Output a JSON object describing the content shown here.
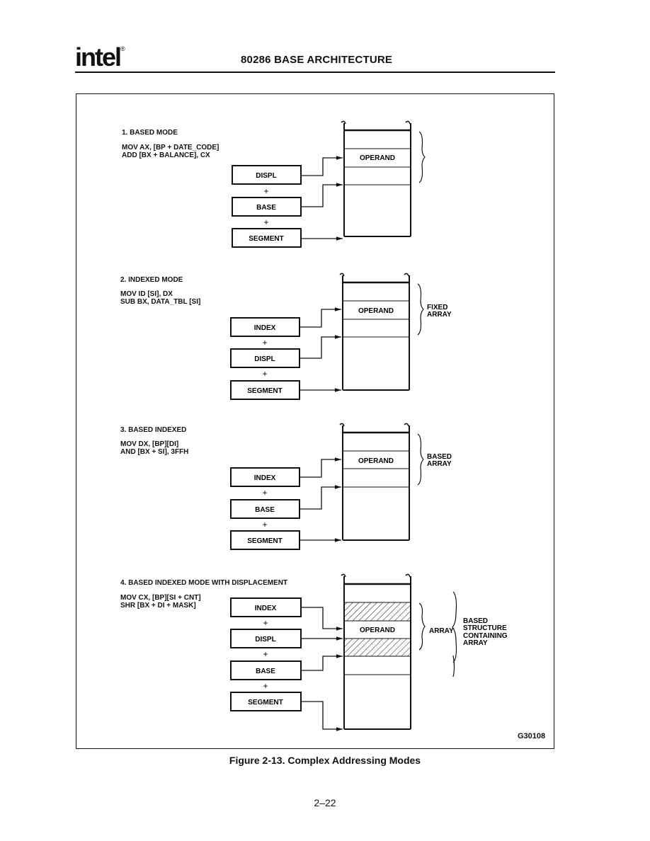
{
  "header": {
    "logo": "intel",
    "logo_mark": "®",
    "title": "80286 BASE ARCHITECTURE"
  },
  "figure": {
    "caption": "Figure 2-13.  Complex Addressing Modes",
    "id": "G30108"
  },
  "page_number": "2–22",
  "modes": [
    {
      "title": "1.  BASED MODE",
      "code": [
        "MOV AX, [BP + DATE_CODE]",
        "ADD [BX + BALANCE], CX"
      ],
      "registers": [
        "DISPL",
        "BASE",
        "SEGMENT"
      ],
      "operand": "OPERAND"
    },
    {
      "title": "2.  INDEXED MODE",
      "code": [
        "MOV ID [SI], DX",
        "SUB BX, DATA_TBL [SI]"
      ],
      "registers": [
        "INDEX",
        "DISPL",
        "SEGMENT"
      ],
      "operand": "OPERAND",
      "brace_label": [
        "FIXED",
        "ARRAY"
      ]
    },
    {
      "title": "3.  BASED INDEXED",
      "code": [
        "MOV DX, [BP][DI]",
        "AND [BX + SI], 3FFH"
      ],
      "registers": [
        "INDEX",
        "BASE",
        "SEGMENT"
      ],
      "operand": "OPERAND",
      "brace_label": [
        "BASED",
        "ARRAY"
      ]
    },
    {
      "title": "4.  BASED INDEXED MODE WITH DISPLACEMENT",
      "code": [
        "MOV CX, [BP][SI + CNT]",
        "SHR [BX + DI + MASK]"
      ],
      "registers": [
        "INDEX",
        "DISPL",
        "BASE",
        "SEGMENT"
      ],
      "operand": "OPERAND",
      "brace_label": [
        "ARRAY"
      ],
      "outer_brace_label": [
        "BASED",
        "STRUCTURE",
        "CONTAINING",
        "ARRAY"
      ]
    }
  ],
  "plus_sign": "+"
}
